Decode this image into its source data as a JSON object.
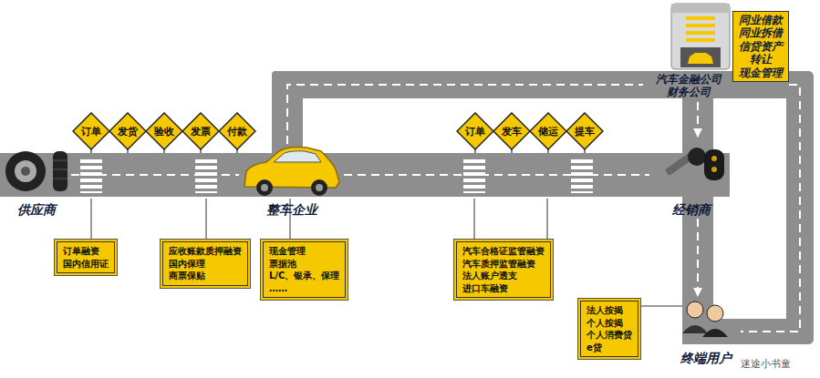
{
  "diagram": {
    "nodes": [
      {
        "text": [
          "汽车金融公司 财务公司"
        ]
      },
      {
        "text": [
          "同业借款",
          "同业拆借",
          "信贷资产转让",
          "现金管理"
        ],
        "in": 0
      },
      {
        "text": [
          "订单"
        ]
      },
      {
        "text": [
          "发货"
        ]
      },
      {
        "text": [
          "验收"
        ]
      },
      {
        "text": [
          "发票"
        ]
      },
      {
        "text": [
          "付款"
        ]
      },
      {
        "text": [
          "订单"
        ]
      },
      {
        "text": [
          "发车"
        ]
      },
      {
        "text": [
          "储运"
        ]
      },
      {
        "text": [
          "提车"
        ]
      },
      {
        "text": [
          "供应商"
        ]
      },
      {
        "text": [
          "整车企业"
        ]
      },
      {
        "text": [
          "经销商"
        ]
      },
      {
        "text": [
          "终端用户"
        ]
      },
      {
        "text": [
          "订单融资",
          "国内信用证"
        ]
      },
      {
        "text": [
          "应收账款质押融资",
          "国内保理",
          "商票保贴"
        ]
      },
      {
        "text": [
          "现金管理",
          "票据池",
          "L/C、银承、保理",
          "……"
        ]
      },
      {
        "text": [
          "汽车合格证监管融资",
          "汽车质押监管融资",
          "法人账户透支",
          "进口车融资"
        ]
      },
      {
        "text": [
          "法人按揭",
          "个人按揭",
          "个人消费贷",
          "e贷"
        ]
      }
    ],
    "edges": [
      {
        "from": 11,
        "to": 12,
        "arrow": "none"
      },
      {
        "from": 12,
        "to": 13,
        "arrow": "none"
      },
      {
        "from": 12,
        "to": 0,
        "arrow": "none"
      },
      {
        "from": 0,
        "to": 13,
        "arrow": "to"
      },
      {
        "from": 0,
        "to": 14,
        "arrow": "none"
      },
      {
        "from": 13,
        "to": 14,
        "arrow": "to"
      }
    ],
    "labels": [
      "迷途小书童"
    ]
  }
}
